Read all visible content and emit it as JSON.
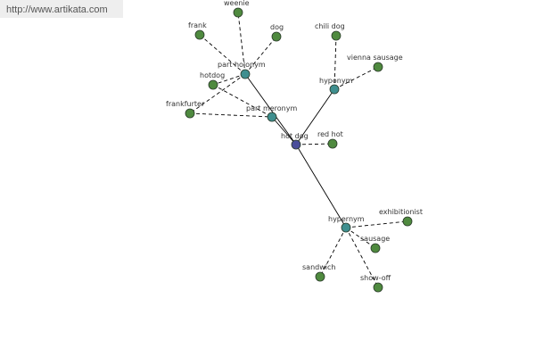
{
  "source_url": "http://www.artikata.com",
  "colors": {
    "center_node": "#4a4e9a",
    "relation_node": "#3f8f8f",
    "word_node": "#4f8a3f",
    "node_stroke": "#2a3a2a",
    "edge": "#000000"
  },
  "graph": {
    "center": {
      "label": "hot dog"
    },
    "relations": [
      {
        "id": "part_holonym",
        "label": "part holonym"
      },
      {
        "id": "hyponym",
        "label": "hyponym"
      },
      {
        "id": "part_meronym",
        "label": "part meronym"
      },
      {
        "id": "hypernym",
        "label": "hypernym"
      }
    ],
    "words": [
      {
        "id": "weenie",
        "label": "weenie",
        "relation": "part_holonym"
      },
      {
        "id": "frank",
        "label": "frank",
        "relation": "part_holonym"
      },
      {
        "id": "dog",
        "label": "dog",
        "relation": "part_holonym"
      },
      {
        "id": "hotdog",
        "label": "hotdog",
        "relation": "part_holonym"
      },
      {
        "id": "frankfurter",
        "label": "frankfurter",
        "relation": "part_holonym"
      },
      {
        "id": "chili_dog",
        "label": "chili dog",
        "relation": "hyponym"
      },
      {
        "id": "vienna_sausage",
        "label": "vienna sausage",
        "relation": "hyponym"
      },
      {
        "id": "red_hot",
        "label": "red hot",
        "relation": "center"
      },
      {
        "id": "exhibitionist",
        "label": "exhibitionist",
        "relation": "hypernym"
      },
      {
        "id": "sausage",
        "label": "sausage",
        "relation": "hypernym"
      },
      {
        "id": "sandwich",
        "label": "sandwich",
        "relation": "hypernym"
      },
      {
        "id": "show_off",
        "label": "show-off",
        "relation": "hypernym"
      }
    ],
    "extra_dashed_links": [
      [
        "hotdog",
        "part_meronym"
      ],
      [
        "frankfurter",
        "part_meronym"
      ]
    ]
  }
}
